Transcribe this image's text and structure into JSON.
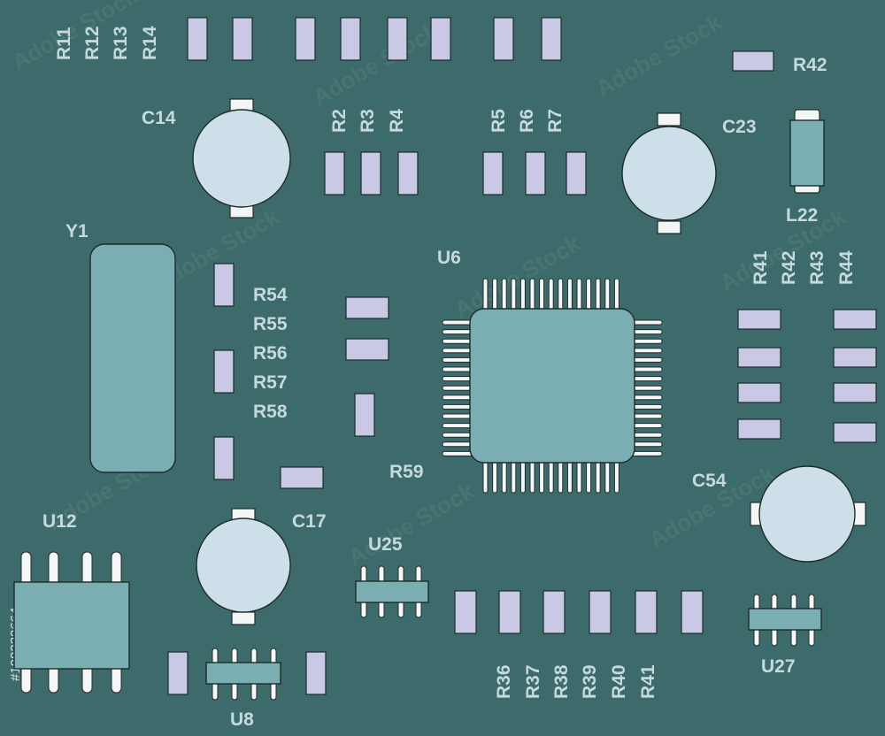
{
  "labels": {
    "r11": "R11",
    "r12": "R12",
    "r13": "R13",
    "r14": "R14",
    "r42_top": "R42",
    "c14": "C14",
    "r2": "R2",
    "r3": "R3",
    "r4": "R4",
    "r5": "R5",
    "r6": "R6",
    "r7": "R7",
    "c23": "C23",
    "l22": "L22",
    "y1": "Y1",
    "u6": "U6",
    "r41_right": "R41",
    "r42_right": "R42",
    "r43": "R43",
    "r44": "R44",
    "r54": "R54",
    "r55": "R55",
    "r56": "R56",
    "r57": "R57",
    "r58": "R58",
    "r59": "R59",
    "c54": "C54",
    "u12": "U12",
    "c17": "C17",
    "u25": "U25",
    "r36": "R36",
    "r37": "R37",
    "r38": "R38",
    "r39": "R39",
    "r40": "R40",
    "r41_bottom": "R41",
    "u27": "U27",
    "u8": "U8"
  },
  "watermark": {
    "text": "Adobe Stock",
    "id": "#108332664"
  },
  "colors": {
    "board": "#3d6b6b",
    "resistor": "#c9c9e6",
    "ic_body": "#7aaeb3",
    "capacitor": "#cde0ea",
    "label": "#c6d9e0"
  }
}
